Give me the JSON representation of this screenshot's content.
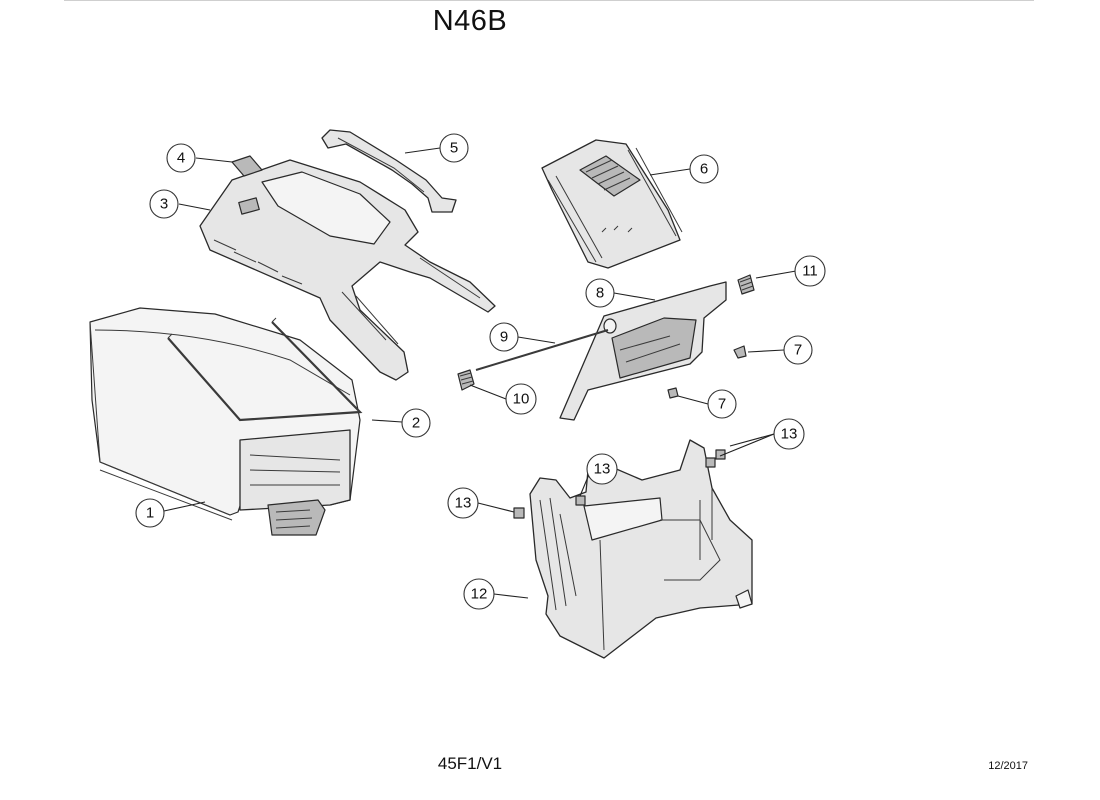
{
  "title": "N46B",
  "footer_code": "45F1/V1",
  "footer_date": "12/2017",
  "callouts": [
    {
      "label": "1"
    },
    {
      "label": "2"
    },
    {
      "label": "3"
    },
    {
      "label": "4"
    },
    {
      "label": "5"
    },
    {
      "label": "6"
    },
    {
      "label": "7"
    },
    {
      "label": "7"
    },
    {
      "label": "8"
    },
    {
      "label": "9"
    },
    {
      "label": "10"
    },
    {
      "label": "11"
    },
    {
      "label": "12"
    },
    {
      "label": "13"
    },
    {
      "label": "13"
    },
    {
      "label": "13"
    }
  ]
}
